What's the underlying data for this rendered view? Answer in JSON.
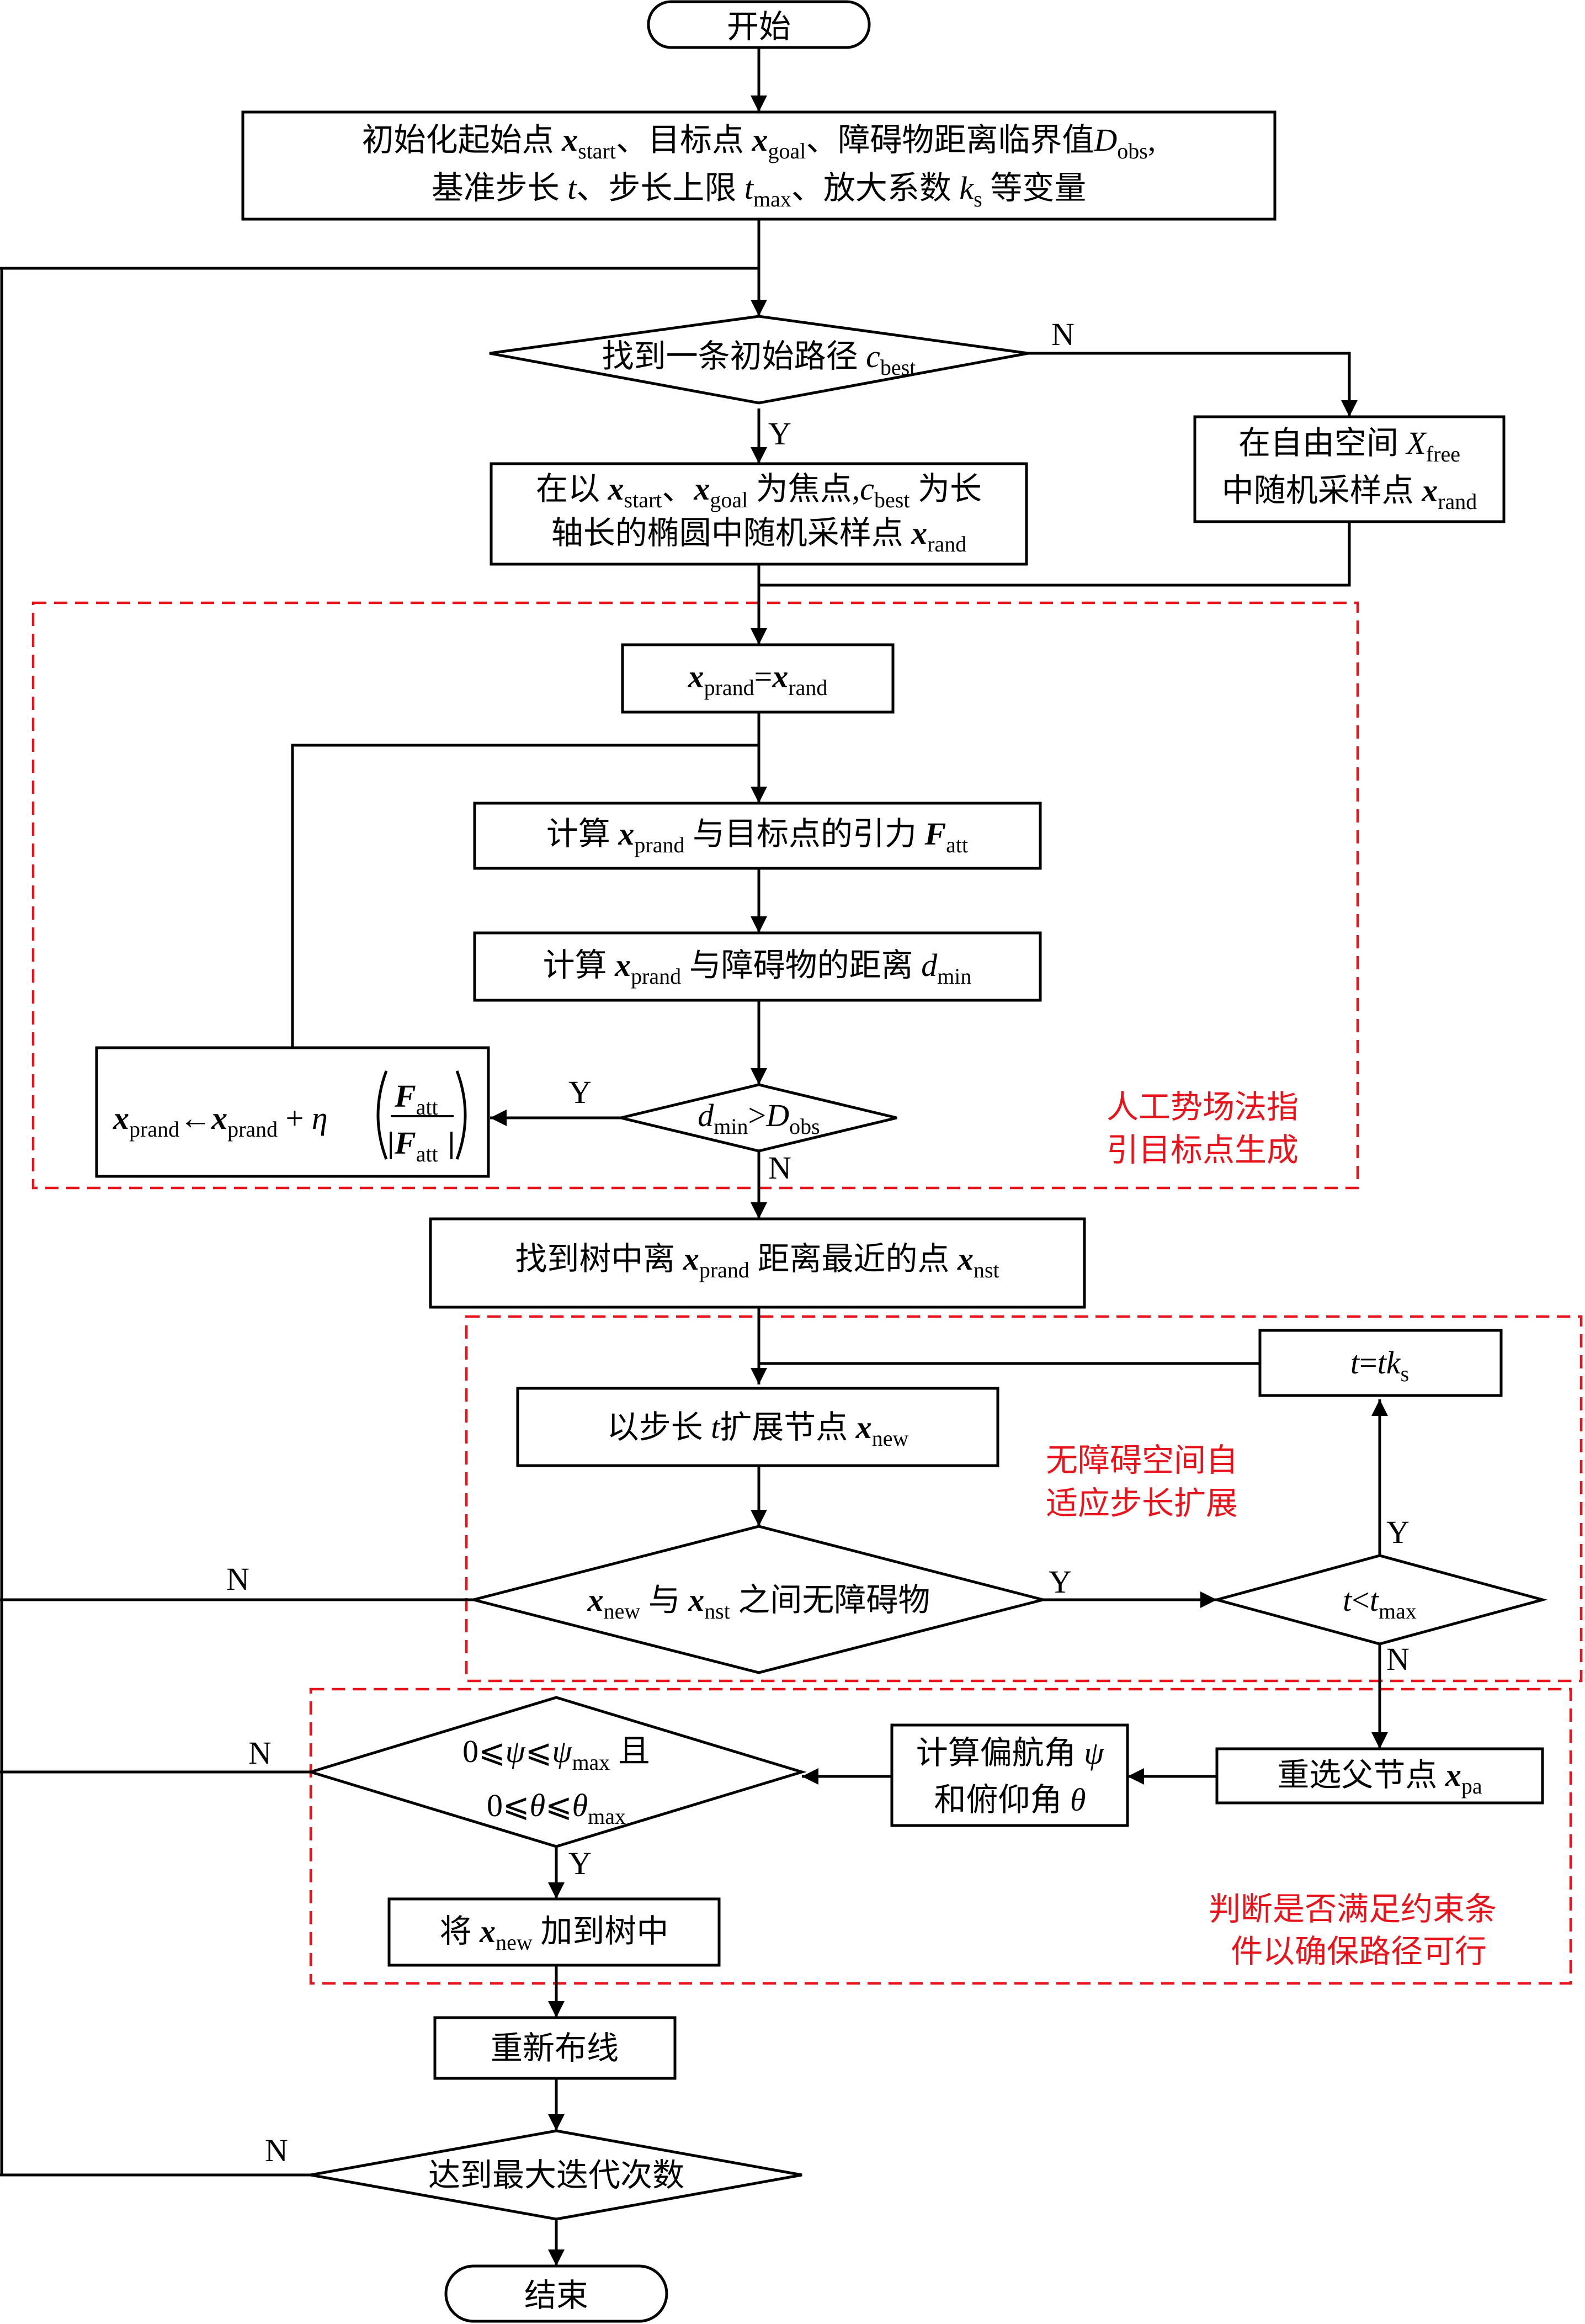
{
  "start": "开始",
  "init": {
    "p1": "初始化起始点",
    "xstart": "start",
    "p2": "、目标点",
    "xgoal": "goal",
    "p3": "、障碍物距离临界值",
    "d": "D",
    "dobs": "obs",
    "p4": ",",
    "p5": "基准步长",
    "t": "t",
    "p6": "、步长上限",
    "tmax": "max",
    "p7": "、放大系数",
    "k": "k",
    "ks": "s",
    "p8": "等变量"
  },
  "d1": {
    "p1": "找到一条初始路径",
    "c": "c",
    "cbest": "best"
  },
  "ellipse": {
    "p1": "在以",
    "xstart": "start",
    "p2": "、",
    "xgoal": "goal",
    "p3": "为焦点,",
    "c": "c",
    "cbest": "best",
    "p4": "为长",
    "p5": "轴长的椭圆中随机采样点",
    "xrand": "rand"
  },
  "free": {
    "p1": "在自由空间",
    "X": "X",
    "free": "free",
    "p2": "中随机采样点",
    "xrand": "rand"
  },
  "assign": {
    "prand": "prand",
    "eq": "=",
    "rand": "rand"
  },
  "calc1": {
    "p1": "计算",
    "prand": "prand",
    "p2": "与目标点的引力",
    "F": "F",
    "att": "att"
  },
  "calc2": {
    "p1": "计算",
    "prand": "prand",
    "p2": "与障碍物的距离",
    "d": "d",
    "min": "min"
  },
  "d2": {
    "d": "d",
    "min": "min",
    "gt": ">",
    "D": "D",
    "obs": "obs"
  },
  "update": {
    "prand": "prand",
    "arrow": "←",
    "plus": "+",
    "eta": "η",
    "F": "F",
    "att": "att"
  },
  "nearest": {
    "p1": "找到树中离",
    "prand": "prand",
    "p2": "距离最近的点",
    "nst": "nst"
  },
  "tk": {
    "t": "t",
    "eq": "=",
    "t2": "t",
    "k": "k",
    "s": "s"
  },
  "extend": {
    "p1": "以步长",
    "t": "t",
    "p2": "扩展节点",
    "new": "new"
  },
  "d3": {
    "new": "new",
    "p1": "与",
    "nst": "nst",
    "p2": "之间无障碍物"
  },
  "d4": {
    "t": "t",
    "lt": "<",
    "t2": "t",
    "max": "max"
  },
  "reparent": {
    "p1": "重选父节点",
    "pa": "pa"
  },
  "yaw": {
    "l1": "计算偏航角",
    "psi": "ψ",
    "l2": "和俯仰角",
    "theta": "θ"
  },
  "d5": {
    "l1a": "0⩽",
    "psi": "ψ",
    "le": "⩽",
    "psi2": "ψ",
    "max": "max",
    "and": "且",
    "l2a": "0⩽",
    "th": "θ",
    "le2": "⩽",
    "th2": "θ",
    "max2": "max"
  },
  "add": {
    "p1": "将",
    "new": "new",
    "p2": "加到树中"
  },
  "rewire": "重新布线",
  "d6": "达到最大迭代次数",
  "end": "结束",
  "yes": "Y",
  "no": "N",
  "regions": {
    "apf_1": "人工势场法指",
    "apf_2": "引目标点生成",
    "adapt_1": "无障碍空间自",
    "adapt_2": "适应步长扩展",
    "check_1": "判断是否满足约束条",
    "check_2": "件以确保路径可行"
  },
  "colors": {
    "line": "#000000",
    "region": "#e8141b",
    "background": "#ffffff"
  }
}
